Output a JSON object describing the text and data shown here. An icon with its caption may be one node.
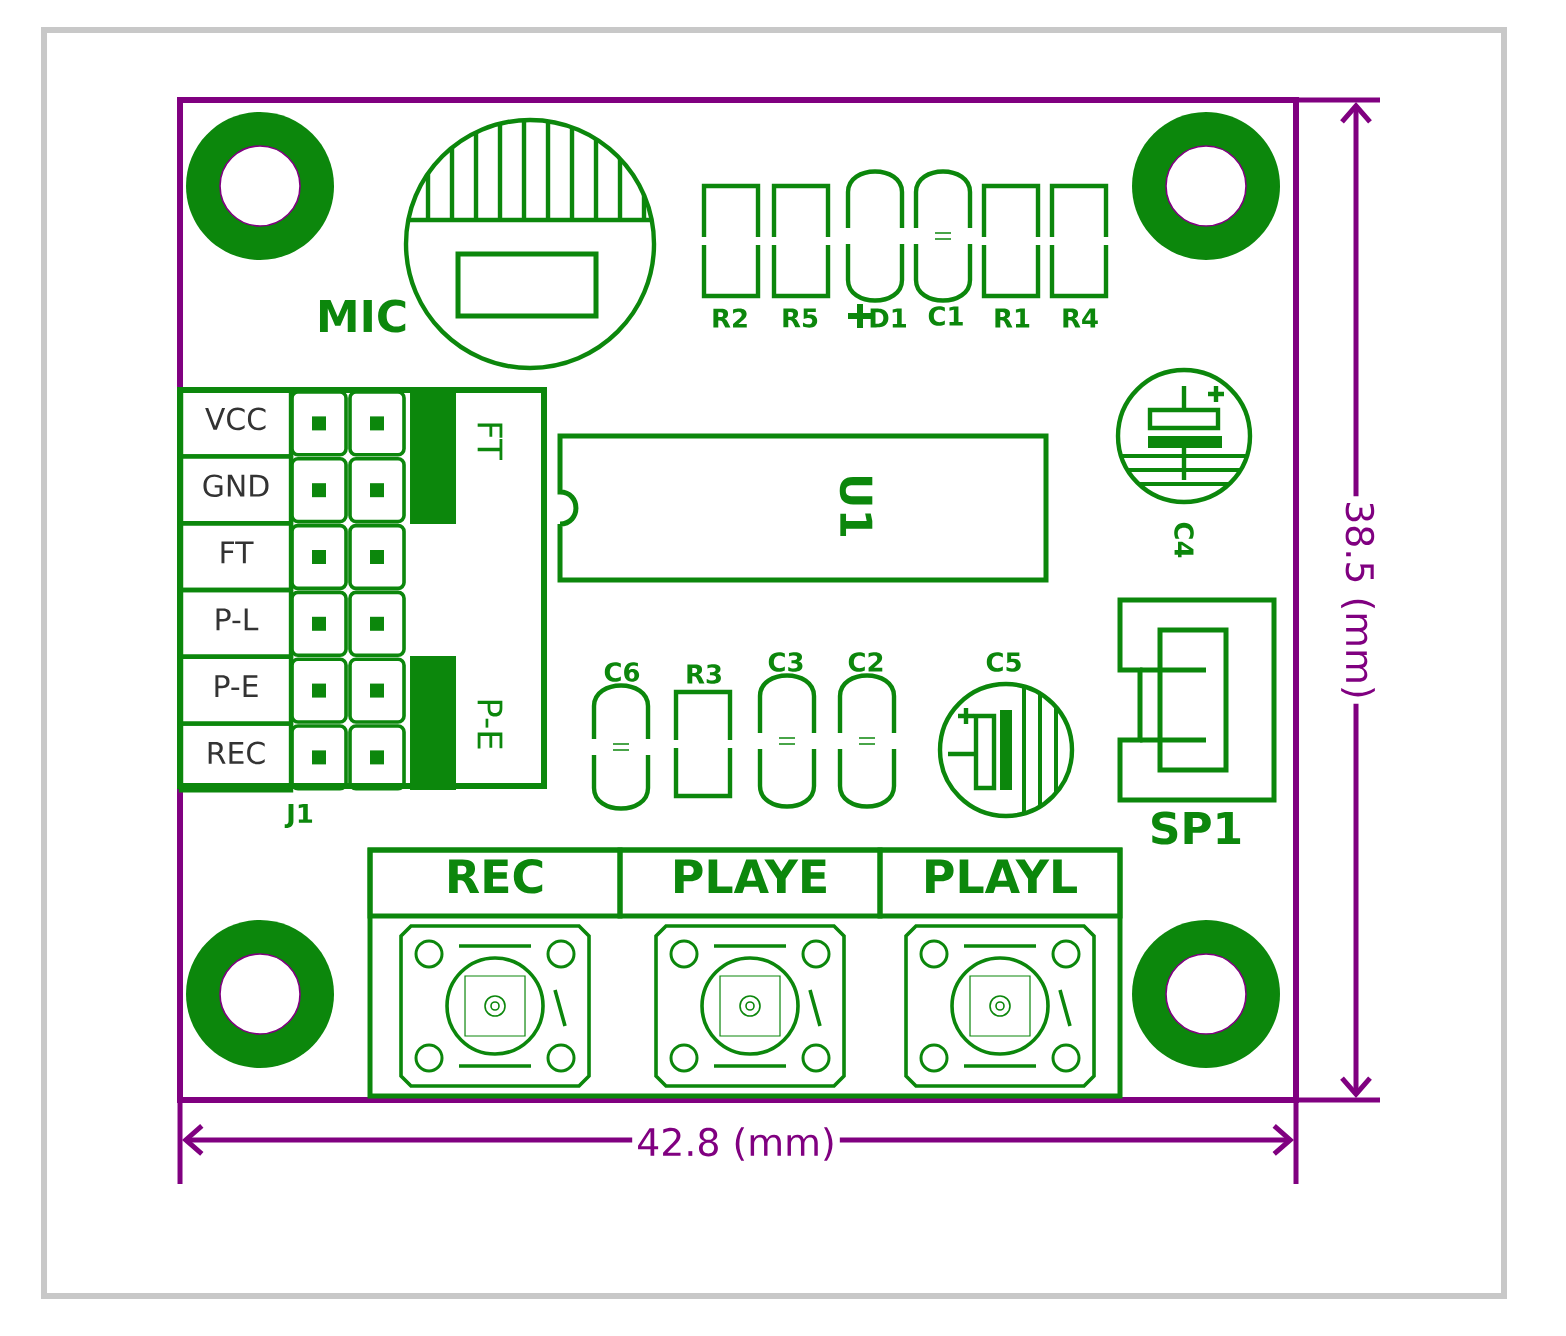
{
  "diagram": {
    "nodes": [
      {
        "text": [
          "VCC"
        ]
      },
      {
        "text": [
          "GND"
        ]
      },
      {
        "text": [
          "FT"
        ]
      },
      {
        "text": [
          "P-L"
        ]
      },
      {
        "text": [
          "P-E"
        ]
      },
      {
        "text": [
          "REC"
        ]
      },
      {
        "text": [
          "REC"
        ]
      },
      {
        "text": [
          "PLAYE"
        ]
      },
      {
        "text": [
          "PLAYL"
        ]
      }
    ],
    "labels": [
      "MIC",
      "R2",
      "R5",
      "D1",
      "C1",
      "R1",
      "R4",
      "FT",
      "P-E",
      "U1",
      "C4",
      "C6",
      "R3",
      "C3",
      "C2",
      "C5",
      "J1",
      "SP1",
      "42.8 (mm)",
      "38.5 (mm)"
    ]
  }
}
